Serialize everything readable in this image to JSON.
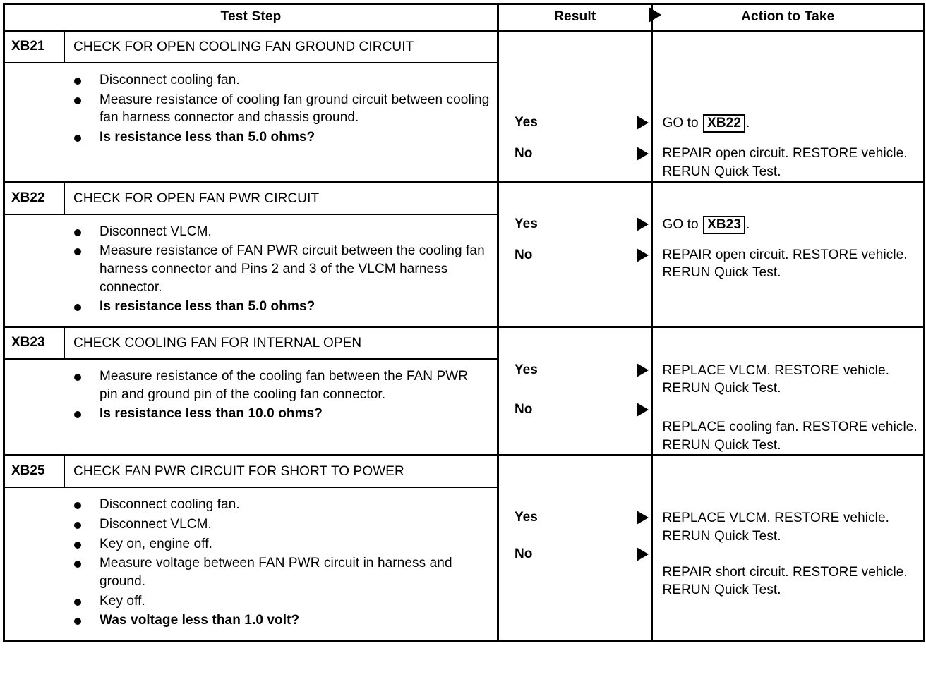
{
  "table": {
    "headers": {
      "step": "Test Step",
      "result": "Result",
      "action": "Action to Take",
      "result_arrow_icon": "right-triangle-icon"
    },
    "steps": [
      {
        "id": "XB21",
        "title": "CHECK FOR OPEN COOLING FAN GROUND CIRCUIT",
        "bullets": [
          {
            "text": "Disconnect cooling fan.",
            "bold": false
          },
          {
            "text": "Measure resistance of cooling fan ground circuit between cooling fan harness connector and chassis ground.",
            "bold": false
          },
          {
            "text": "Is resistance less than 5.0 ohms?",
            "bold": true
          }
        ],
        "results": [
          {
            "label": "Yes",
            "arrow_icon": "right-triangle-icon"
          },
          {
            "label": "No",
            "arrow_icon": "right-triangle-icon"
          }
        ],
        "actions": [
          {
            "prefix": "GO to ",
            "ref": "XB22",
            "suffix": "."
          },
          {
            "prefix": "REPAIR open circuit. RESTORE vehicle. RERUN Quick Test.",
            "ref": "",
            "suffix": ""
          }
        ]
      },
      {
        "id": "XB22",
        "title": "CHECK FOR OPEN FAN PWR CIRCUIT",
        "bullets": [
          {
            "text": "Disconnect VLCM.",
            "bold": false
          },
          {
            "text": "Measure resistance of FAN PWR circuit between the cooling fan harness connector and Pins 2 and 3 of the VLCM harness connector.",
            "bold": false
          },
          {
            "text": "Is resistance less than 5.0 ohms?",
            "bold": true
          }
        ],
        "results": [
          {
            "label": "Yes",
            "arrow_icon": "right-triangle-icon"
          },
          {
            "label": "No",
            "arrow_icon": "right-triangle-icon"
          }
        ],
        "actions": [
          {
            "prefix": "GO to ",
            "ref": "XB23",
            "suffix": "."
          },
          {
            "prefix": "REPAIR open circuit. RESTORE vehicle. RERUN Quick Test.",
            "ref": "",
            "suffix": ""
          }
        ]
      },
      {
        "id": "XB23",
        "title": "CHECK COOLING FAN FOR INTERNAL OPEN",
        "bullets": [
          {
            "text": "Measure resistance of the cooling fan between the FAN PWR pin and ground pin of the cooling fan connector.",
            "bold": false
          },
          {
            "text": "Is resistance less than 10.0 ohms?",
            "bold": true
          }
        ],
        "results": [
          {
            "label": "Yes",
            "arrow_icon": "right-triangle-icon"
          },
          {
            "label": "No",
            "arrow_icon": "right-triangle-icon"
          }
        ],
        "actions": [
          {
            "prefix": "REPLACE VLCM. RESTORE vehicle. RERUN Quick Test.",
            "ref": "",
            "suffix": ""
          },
          {
            "prefix": "REPLACE cooling fan. RESTORE vehicle. RERUN Quick Test.",
            "ref": "",
            "suffix": ""
          }
        ]
      },
      {
        "id": "XB25",
        "title": "CHECK FAN PWR CIRCUIT FOR SHORT TO POWER",
        "bullets": [
          {
            "text": "Disconnect cooling fan.",
            "bold": false
          },
          {
            "text": "Disconnect VLCM.",
            "bold": false
          },
          {
            "text": "Key on, engine off.",
            "bold": false
          },
          {
            "text": "Measure voltage between FAN PWR circuit in harness and ground.",
            "bold": false
          },
          {
            "text": "Key off.",
            "bold": false
          },
          {
            "text": "Was voltage less than 1.0 volt?",
            "bold": true
          }
        ],
        "results": [
          {
            "label": "Yes",
            "arrow_icon": "right-triangle-icon"
          },
          {
            "label": "No",
            "arrow_icon": "right-triangle-icon"
          }
        ],
        "actions": [
          {
            "prefix": "REPLACE VLCM. RESTORE vehicle. RERUN Quick Test.",
            "ref": "",
            "suffix": ""
          },
          {
            "prefix": "REPAIR short circuit. RESTORE vehicle. RERUN Quick Test.",
            "ref": "",
            "suffix": ""
          }
        ]
      }
    ]
  }
}
